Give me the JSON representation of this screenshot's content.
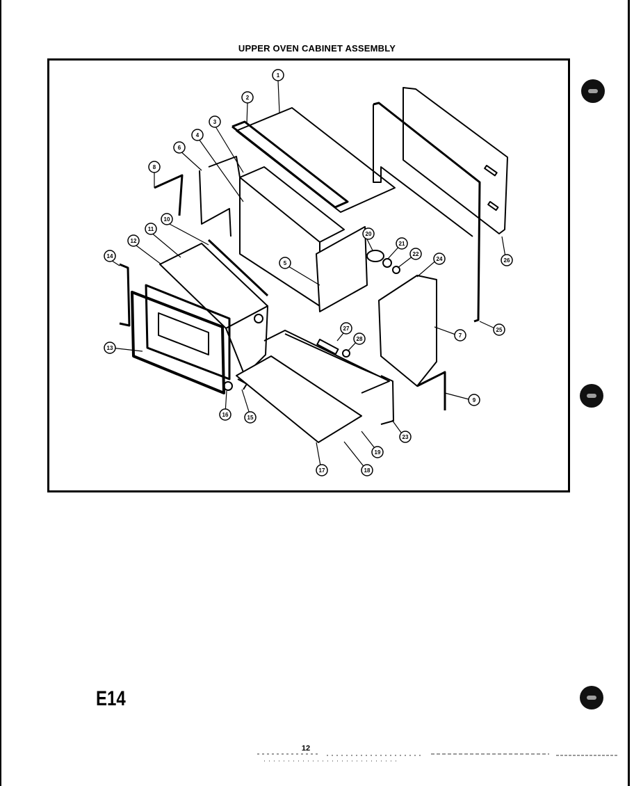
{
  "page": {
    "title": "UPPER OVEN CABINET ASSEMBLY",
    "section_code": "E14",
    "page_number": "12"
  },
  "callouts": [
    "1",
    "2",
    "3",
    "4",
    "5",
    "6",
    "7",
    "8",
    "9",
    "10",
    "11",
    "12",
    "13",
    "14",
    "15",
    "16",
    "17",
    "18",
    "19",
    "20",
    "21",
    "22",
    "23",
    "24",
    "25",
    "26",
    "27",
    "28"
  ]
}
